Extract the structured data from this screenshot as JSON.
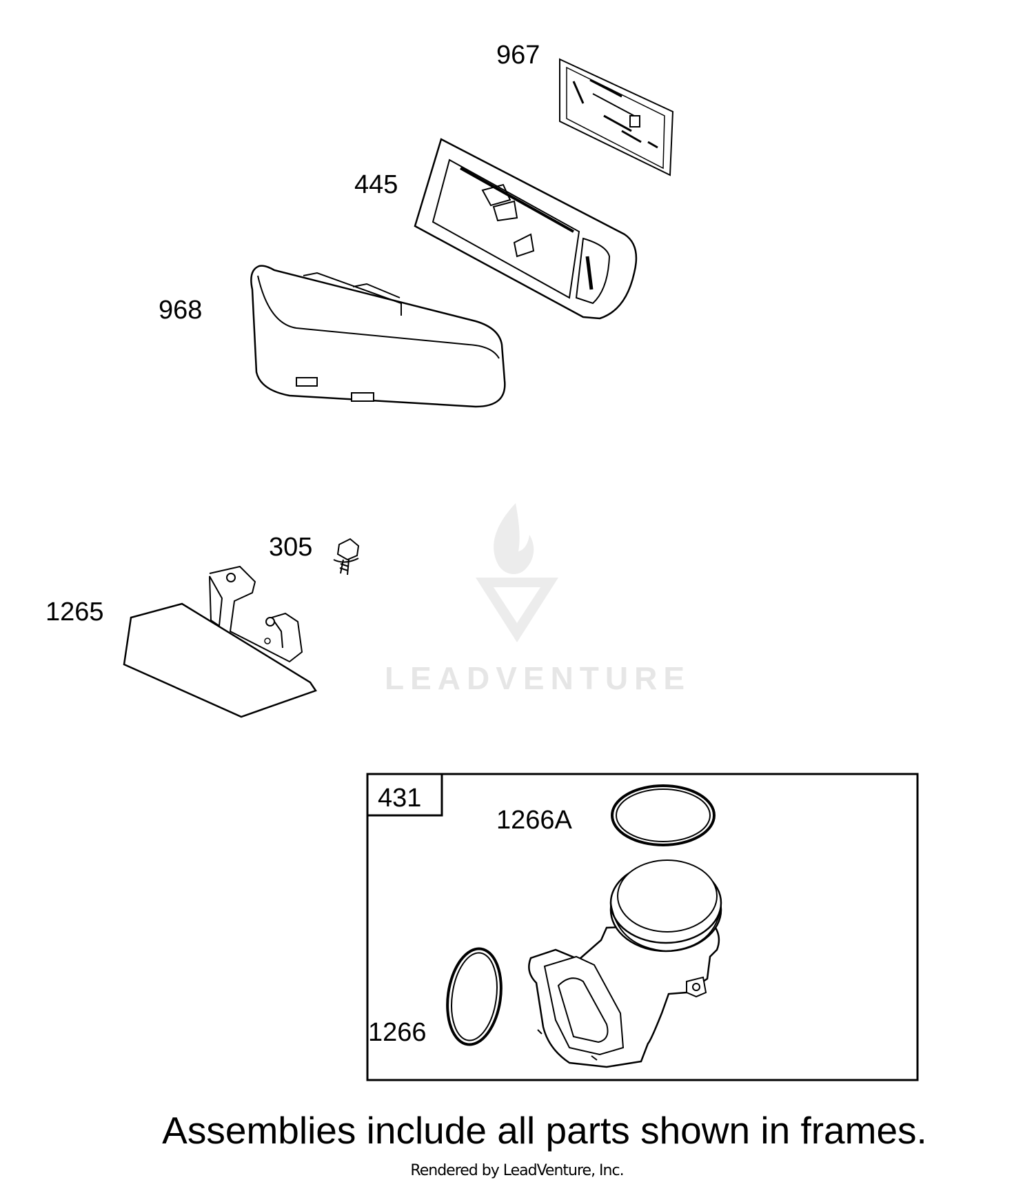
{
  "watermark": "LEADVENTURE",
  "parts": {
    "p967": "967",
    "p445": "445",
    "p968": "968",
    "p305": "305",
    "p1265": "1265",
    "p431": "431",
    "p1266A": "1266A",
    "p1266": "1266"
  },
  "footer": {
    "note": "Assemblies include all parts shown in frames.",
    "rendered_by": "Rendered by LeadVenture, Inc."
  }
}
